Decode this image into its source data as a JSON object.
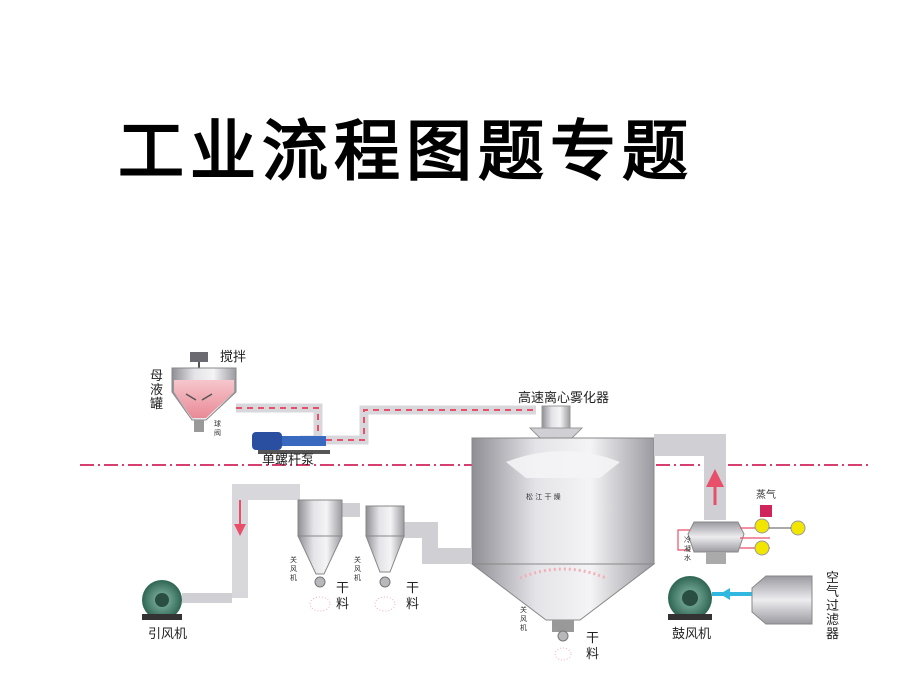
{
  "title": "工业流程图题专题",
  "diagram": {
    "labels": {
      "stirrer": "搅拌",
      "mother_liquor_tank": [
        "母",
        "液",
        "罐"
      ],
      "valve_note": [
        "球",
        "阀"
      ],
      "screw_pump": "单螺杆泵",
      "atomizer": "高速离心雾化器",
      "steam": "蒸气",
      "cooling_water": [
        "冷",
        "凝",
        "水"
      ],
      "air_filter": [
        "空",
        "气",
        "过",
        "滤",
        "器"
      ],
      "blower": "鼓风机",
      "induced_fan": "引风机",
      "dry_material": [
        "干",
        "料"
      ],
      "air_shutoff": [
        "关",
        "风",
        "机"
      ],
      "tower_logo": "松 江 干 燥"
    },
    "colors": {
      "pipe_red": "#e8506a",
      "pipe_silver": "#c8c8cc",
      "dash_line": "#d0245a",
      "liquid_pink": "#f2b0b8",
      "fan_green": "#3f7f6a",
      "arrow_blue": "#30b8e0",
      "motor_blue": "#2a4fa0",
      "heater_yellow": "#f2e600"
    }
  }
}
